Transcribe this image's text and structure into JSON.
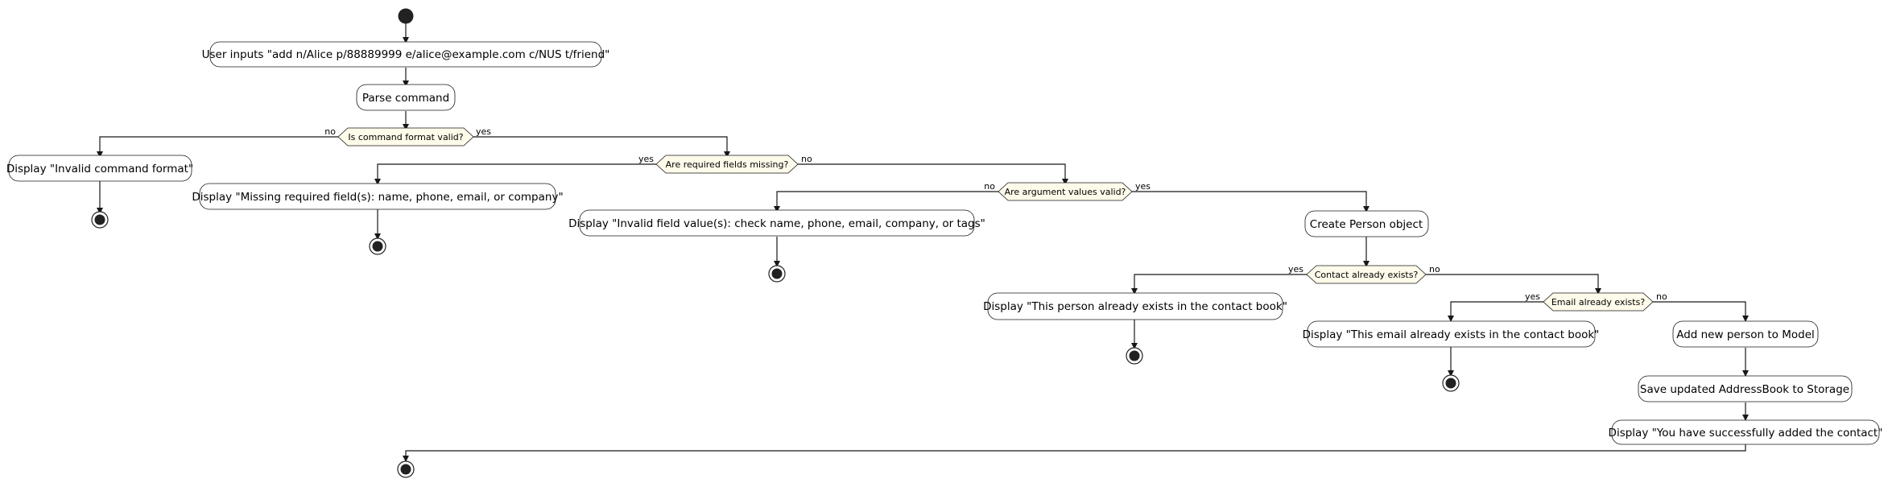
{
  "nodes": {
    "input": "User inputs \"add n/Alice p/88889999 e/alice@example.com c/NUS t/friend\"",
    "parse": "Parse command",
    "q_format": "Is command format valid?",
    "invalid_format": "Display \"Invalid command format\"",
    "q_missing": "Are required fields missing?",
    "missing_fields": "Display \"Missing required field(s): name, phone, email, or company\"",
    "q_values": "Are argument values valid?",
    "invalid_values": "Display \"Invalid field value(s): check name, phone, email, company, or tags\"",
    "create_person": "Create Person object",
    "q_contact": "Contact already exists?",
    "person_exists": "Display \"This person already exists in the contact book\"",
    "q_email": "Email already exists?",
    "email_exists": "Display \"This email already exists in the contact book\"",
    "add_person": "Add new person to Model",
    "save": "Save updated AddressBook to Storage",
    "success": "Display \"You have successfully added the contact\""
  },
  "branch_labels": {
    "format_no": "no",
    "format_yes": "yes",
    "missing_yes": "yes",
    "missing_no": "no",
    "values_no": "no",
    "values_yes": "yes",
    "contact_yes": "yes",
    "contact_no": "no",
    "email_yes": "yes",
    "email_no": "no"
  },
  "colors": {
    "decision_fill": "#FEFBEA",
    "line": "#181818",
    "node_fill": "#FFFFFF"
  }
}
